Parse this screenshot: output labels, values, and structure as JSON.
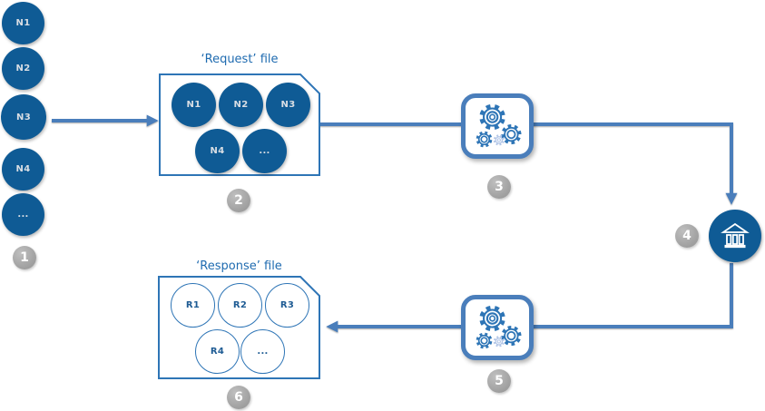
{
  "diagram": {
    "source_nodes": [
      "N1",
      "N2",
      "N3",
      "N4",
      "..."
    ],
    "request_file": {
      "title": "‘Request’ file",
      "nodes": [
        "N1",
        "N2",
        "N3",
        "N4",
        "..."
      ]
    },
    "response_file": {
      "title": "‘Response’ file",
      "nodes": [
        "R1",
        "R2",
        "R3",
        "R4",
        "..."
      ]
    },
    "steps": [
      "1",
      "2",
      "3",
      "4",
      "5",
      "6"
    ],
    "icons": {
      "process_top": "gears-icon",
      "process_bottom": "gears-icon",
      "institution": "bank-icon"
    },
    "colors": {
      "node_fill": "#0F5B95",
      "file_border": "#2E75B6",
      "connector": "#4A7EBB",
      "badge_gray": "#A6A6A6",
      "light_gear": "#B4C7E7",
      "title_text": "#1F6BB0"
    }
  }
}
